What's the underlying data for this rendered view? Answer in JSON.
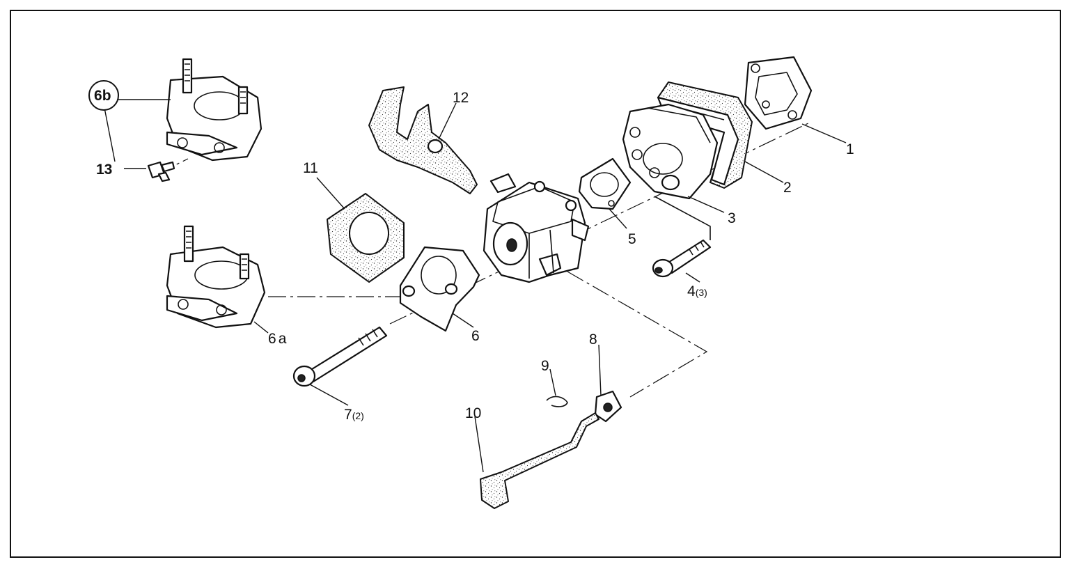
{
  "callouts": {
    "c1": "1",
    "c2": "2",
    "c3": "3",
    "c4": "4",
    "c4_qty": "(3)",
    "c5": "5",
    "c6": "6",
    "c6a": "6",
    "c6a_suffix": "a",
    "c6b": "6",
    "c6b_suffix": "b",
    "c7": "7",
    "c7_qty": "(2)",
    "c8": "8",
    "c9": "9",
    "c10": "10",
    "c11": "11",
    "c12": "12",
    "c13": "13"
  }
}
